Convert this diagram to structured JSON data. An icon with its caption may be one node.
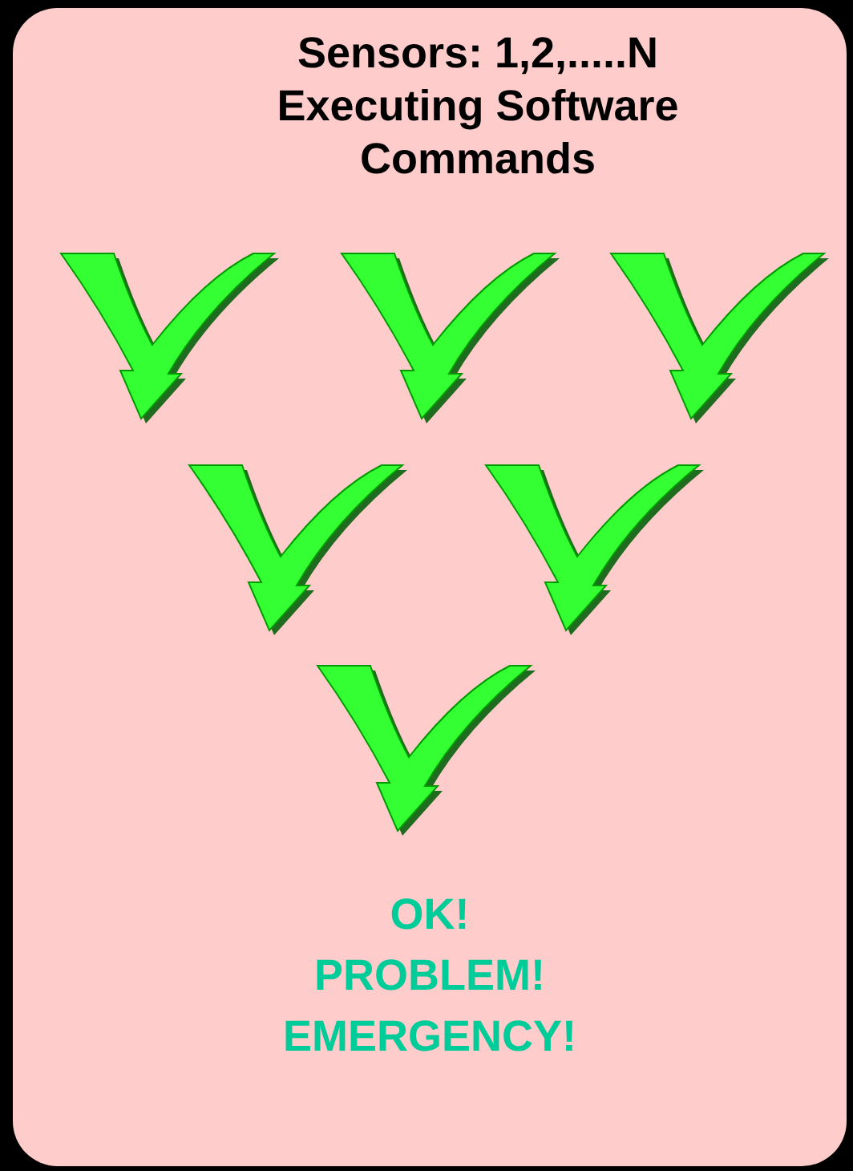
{
  "diagram": {
    "nodes": [
      {
        "text": [
          "Sensors: 1,2,.....N Executing Software Commands"
        ]
      }
    ],
    "labels": [
      "OK!",
      "PROBLEM!",
      "EMERGENCY!"
    ]
  }
}
